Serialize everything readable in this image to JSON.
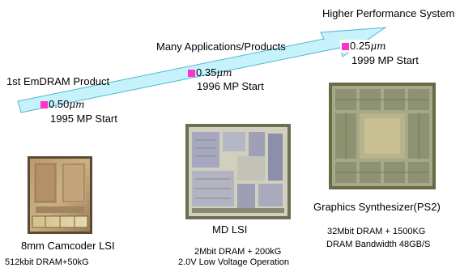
{
  "colors": {
    "arrow_fill": "#c6f2fb",
    "arrow_stroke": "#52b4d8",
    "marker": "#ff33cc"
  },
  "top_label": "Higher Performance System",
  "milestones": [
    {
      "caption": "1st EmDRAM Product",
      "node": "0.50",
      "unit": "μm",
      "start": "1995 MP Start"
    },
    {
      "caption": "Many Applications/Products",
      "node": "0.35",
      "unit": "μm",
      "start": "1996 MP Start"
    },
    {
      "caption": "",
      "node": "0.25",
      "unit": "μm",
      "start": "1999 MP Start"
    }
  ],
  "products": [
    {
      "name": "8mm Camcoder LSI",
      "spec1": "512kbit DRAM+50kG",
      "spec2": ""
    },
    {
      "name": "MD LSI",
      "spec1": "2Mbit DRAM + 200kG",
      "spec2": "2.0V Low Voltage Operation"
    },
    {
      "name": "Graphics Synthesizer(PS2)",
      "spec1": "32Mbit DRAM + 1500KG",
      "spec2": "DRAM Bandwidth 48GB/S"
    }
  ]
}
